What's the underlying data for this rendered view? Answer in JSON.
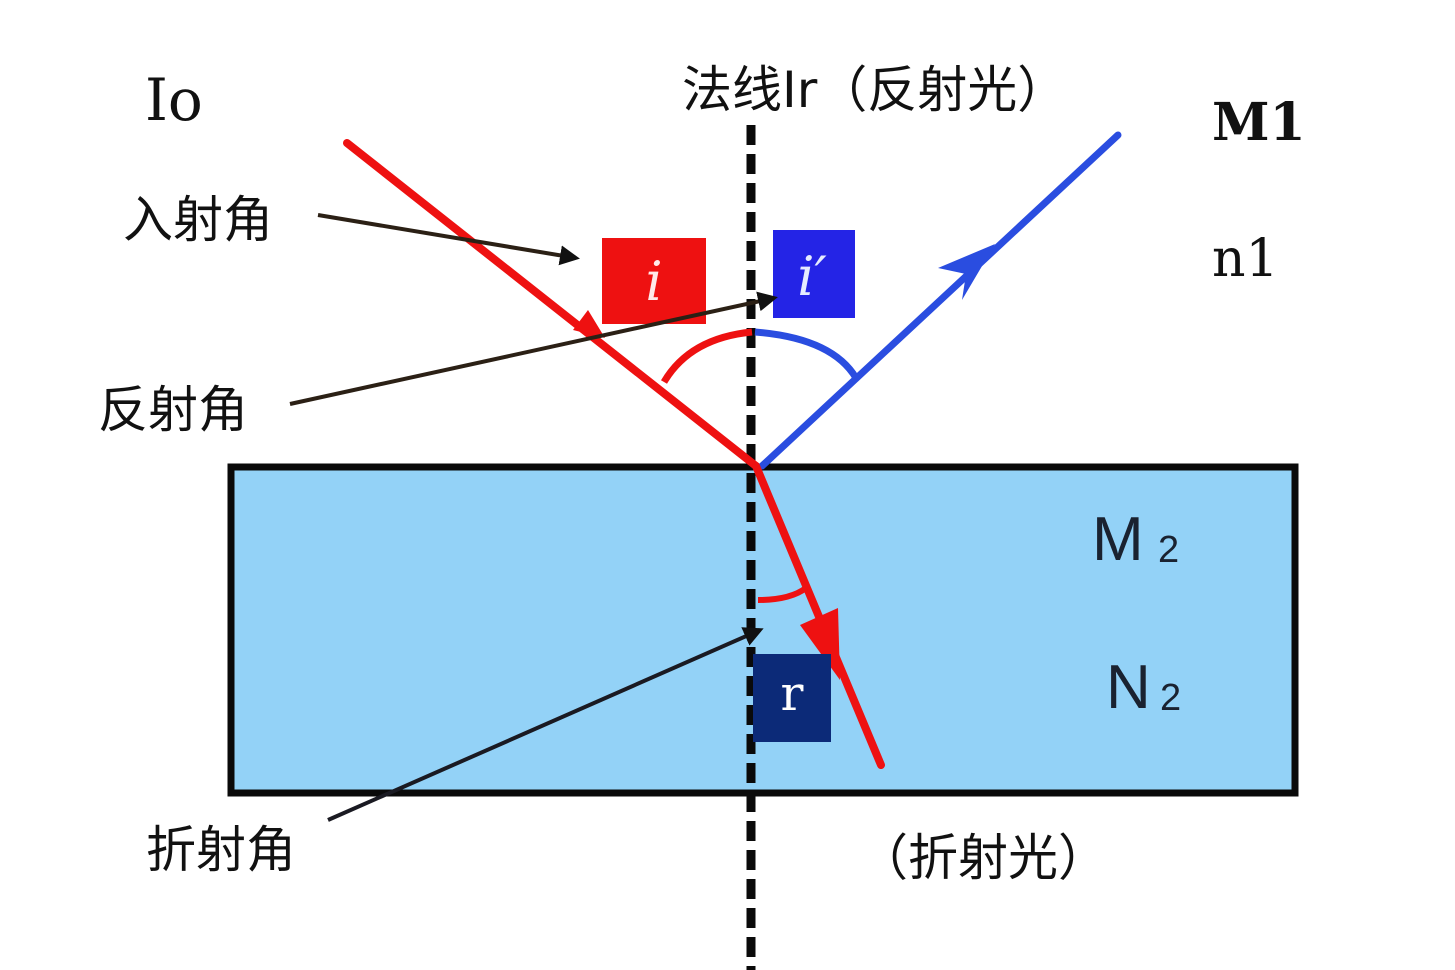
{
  "labels": {
    "incident_light": "Io",
    "normal_and_reflected": "法线Ir（反射光）",
    "medium1_name": "M1",
    "medium1_index": "n1",
    "medium2_name": "M",
    "medium2_name_sub": "2",
    "medium2_index": "N",
    "medium2_index_sub": "2",
    "incidence_angle": "入射角",
    "reflection_angle": "反射角",
    "refraction_angle": "折射角",
    "refracted_light": "（折射光）"
  },
  "angle_badges": {
    "incident": "i",
    "reflected": "i′",
    "refracted": "r"
  },
  "colors": {
    "incident_ray": "#ee1111",
    "reflected_ray": "#2a4de0",
    "refracted_ray": "#ee1111",
    "medium2_fill": "#93d2f7",
    "medium2_border": "#0a0a0a",
    "normal_line": "#0a0a0a",
    "badge_incident": "#ee1111",
    "badge_reflected": "#2424e6",
    "badge_refracted": "#0c2a78",
    "pointer_lines": "#2b2015"
  }
}
